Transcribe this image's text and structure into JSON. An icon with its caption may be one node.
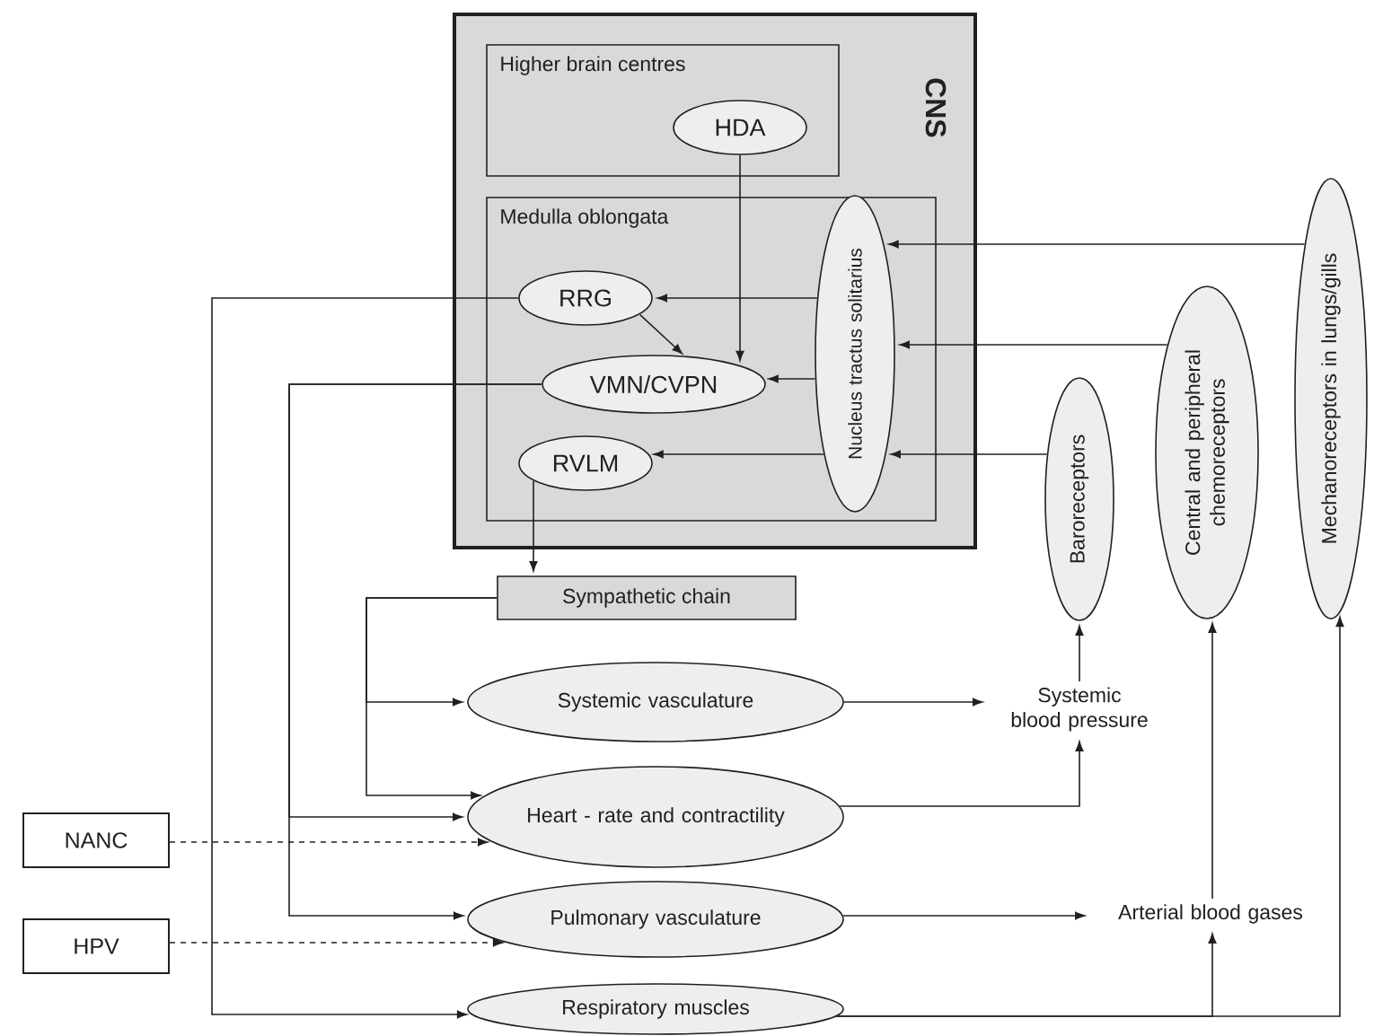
{
  "diagram": {
    "nodes": [
      {
        "text": [
          "CNS"
        ]
      },
      {
        "text": [
          "Higher brain centres"
        ],
        "in": 0
      },
      {
        "text": [
          "HDA"
        ],
        "in": 1
      },
      {
        "text": [
          "Medulla oblongata"
        ],
        "in": 0
      },
      {
        "text": [
          "RRG"
        ],
        "in": 3
      },
      {
        "text": [
          "VMN/CVPN"
        ],
        "in": 3
      },
      {
        "text": [
          "RVLM"
        ],
        "in": 3
      },
      {
        "text": [
          "Nucleus tractus solitarius"
        ],
        "in": 3
      },
      {
        "text": [
          "Baroreceptors"
        ]
      },
      {
        "text": [
          "Central and peripheral chemoreceptors"
        ]
      },
      {
        "text": [
          "Mechanoreceptors in lungs/gills"
        ]
      },
      {
        "text": [
          "Sympathetic chain"
        ]
      },
      {
        "text": [
          "Systemic vasculature"
        ]
      },
      {
        "text": [
          "Heart - rate and contractility"
        ]
      },
      {
        "text": [
          "Pulmonary vasculature"
        ]
      },
      {
        "text": [
          "Respiratory muscles"
        ]
      },
      {
        "text": [
          "NANC"
        ]
      },
      {
        "text": [
          "HPV"
        ]
      },
      {
        "text": [
          "Systemic blood pressure"
        ]
      },
      {
        "text": [
          "Arterial blood gases"
        ]
      }
    ],
    "edges": [
      {
        "from": 2,
        "to": 5,
        "arrow": "to"
      },
      {
        "from": 4,
        "to": 5,
        "arrow": "to"
      },
      {
        "from": 7,
        "to": 4,
        "arrow": "to"
      },
      {
        "from": 7,
        "to": 5,
        "arrow": "to"
      },
      {
        "from": 7,
        "to": 6,
        "arrow": "to"
      },
      {
        "from": 10,
        "to": 7,
        "arrow": "to"
      },
      {
        "from": 9,
        "to": 7,
        "arrow": "to"
      },
      {
        "from": 8,
        "to": 7,
        "arrow": "to"
      },
      {
        "from": 6,
        "to": 11,
        "arrow": "to"
      },
      {
        "from": 11,
        "to": 12,
        "arrow": "to"
      },
      {
        "from": 11,
        "to": 13,
        "arrow": "to"
      },
      {
        "from": 5,
        "to": 13,
        "arrow": "to"
      },
      {
        "from": 5,
        "to": 14,
        "arrow": "to"
      },
      {
        "from": 4,
        "to": 15,
        "arrow": "to"
      },
      {
        "from": 16,
        "to": 13,
        "arrow": "to",
        "style": "dashed"
      },
      {
        "from": 17,
        "to": 14,
        "arrow": "to",
        "style": "dashed"
      },
      {
        "from": 12,
        "to": 18,
        "arrow": "to"
      },
      {
        "from": 13,
        "to": 18,
        "arrow": "to"
      },
      {
        "from": 18,
        "to": 8,
        "arrow": "to"
      },
      {
        "from": 14,
        "to": 19,
        "arrow": "to"
      },
      {
        "from": 15,
        "to": 19,
        "arrow": "to"
      },
      {
        "from": 19,
        "to": 9,
        "arrow": "to"
      },
      {
        "from": 15,
        "to": 10,
        "arrow": "to"
      }
    ]
  }
}
